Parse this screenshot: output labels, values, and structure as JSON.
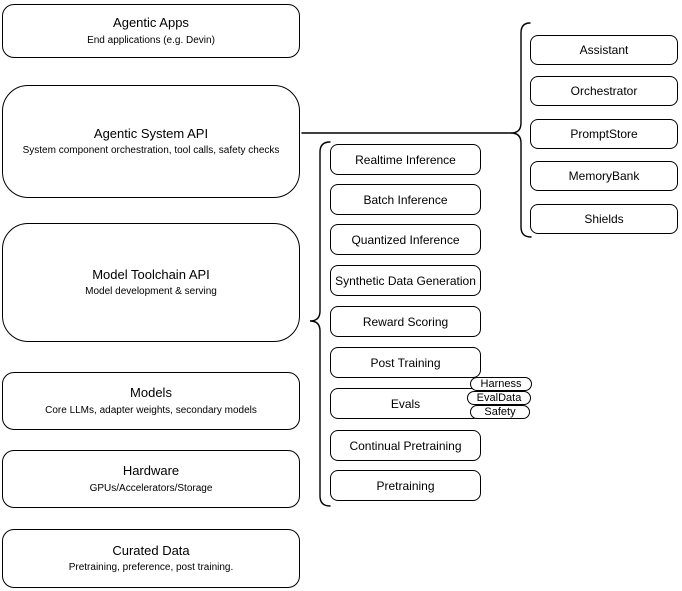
{
  "diagram": {
    "colors": {
      "stroke": "#000000",
      "background": "#ffffff",
      "text": "#000000"
    },
    "layers": [
      {
        "title": "Agentic Apps",
        "subtitle": "End applications (e.g. Devin)"
      },
      {
        "title": "Agentic System API",
        "subtitle": "System component orchestration, tool calls, safety checks"
      },
      {
        "title": "Model Toolchain API",
        "subtitle": "Model development & serving"
      },
      {
        "title": "Models",
        "subtitle": "Core LLMs, adapter weights, secondary models"
      },
      {
        "title": "Hardware",
        "subtitle": "GPUs/Accelerators/Storage"
      },
      {
        "title": "Curated Data",
        "subtitle": "Pretraining, preference, post training."
      }
    ],
    "toolchain_capabilities": [
      "Realtime Inference",
      "Batch Inference",
      "Quantized Inference",
      "Synthetic Data Generation",
      "Reward Scoring",
      "Post Training",
      "Evals",
      "Continual Pretraining",
      "Pretraining"
    ],
    "eval_tags": [
      "Harness",
      "EvalData",
      "Safety"
    ],
    "system_components": [
      "Assistant",
      "Orchestrator",
      "PromptStore",
      "MemoryBank",
      "Shields"
    ]
  }
}
